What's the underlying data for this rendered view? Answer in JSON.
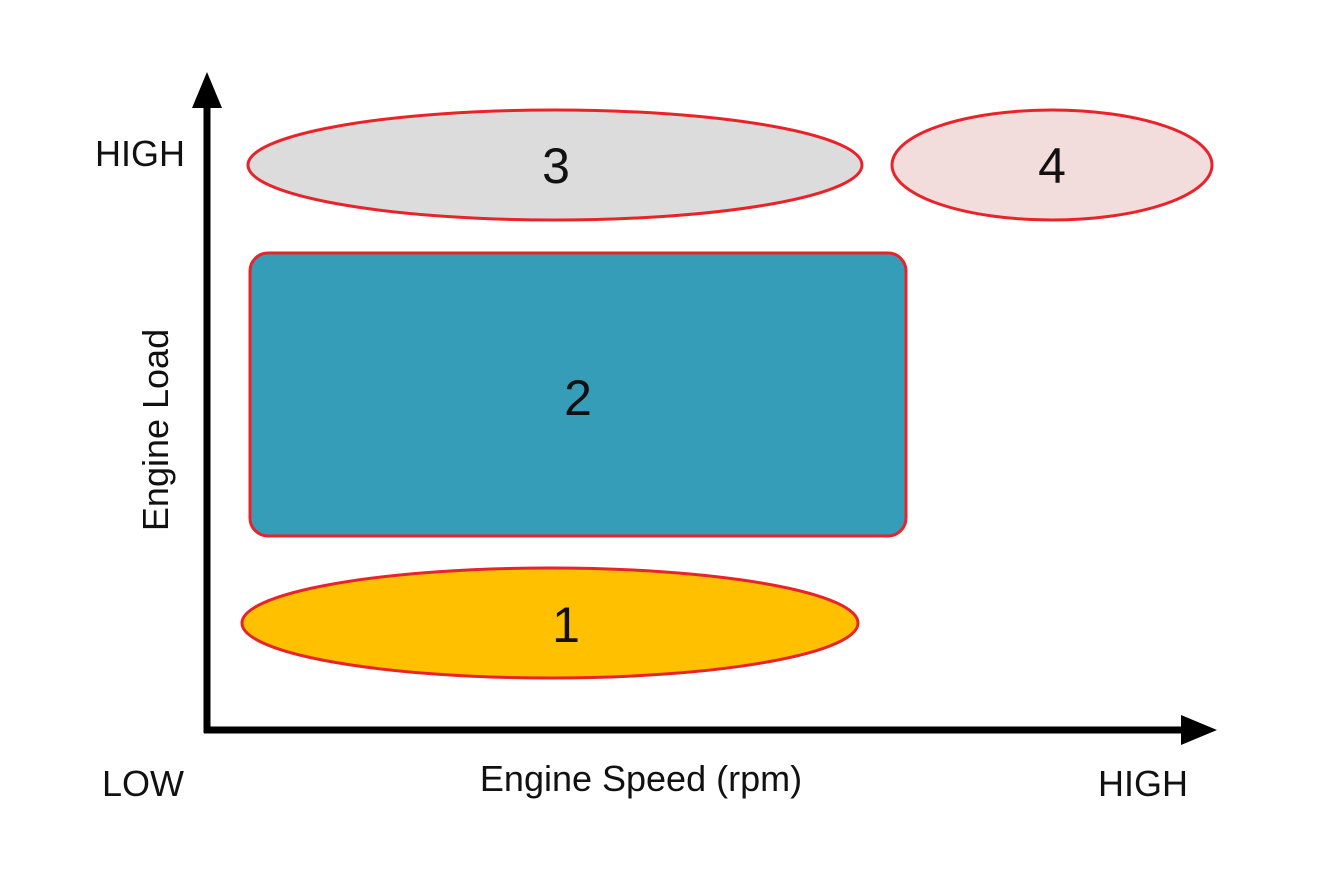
{
  "axes": {
    "y_label": "Engine Load",
    "x_label": "Engine Speed (rpm)",
    "y_high": "HIGH",
    "x_low": "LOW",
    "x_high": "HIGH"
  },
  "regions": [
    {
      "label": "1",
      "fill": "#FFC000",
      "stroke": "#E8232A"
    },
    {
      "label": "2",
      "fill": "#369DB8",
      "stroke": "#E8232A"
    },
    {
      "label": "3",
      "fill": "#DCDCDC",
      "stroke": "#E8232A"
    },
    {
      "label": "4",
      "fill": "#F2DCDC",
      "stroke": "#E8232A"
    }
  ]
}
